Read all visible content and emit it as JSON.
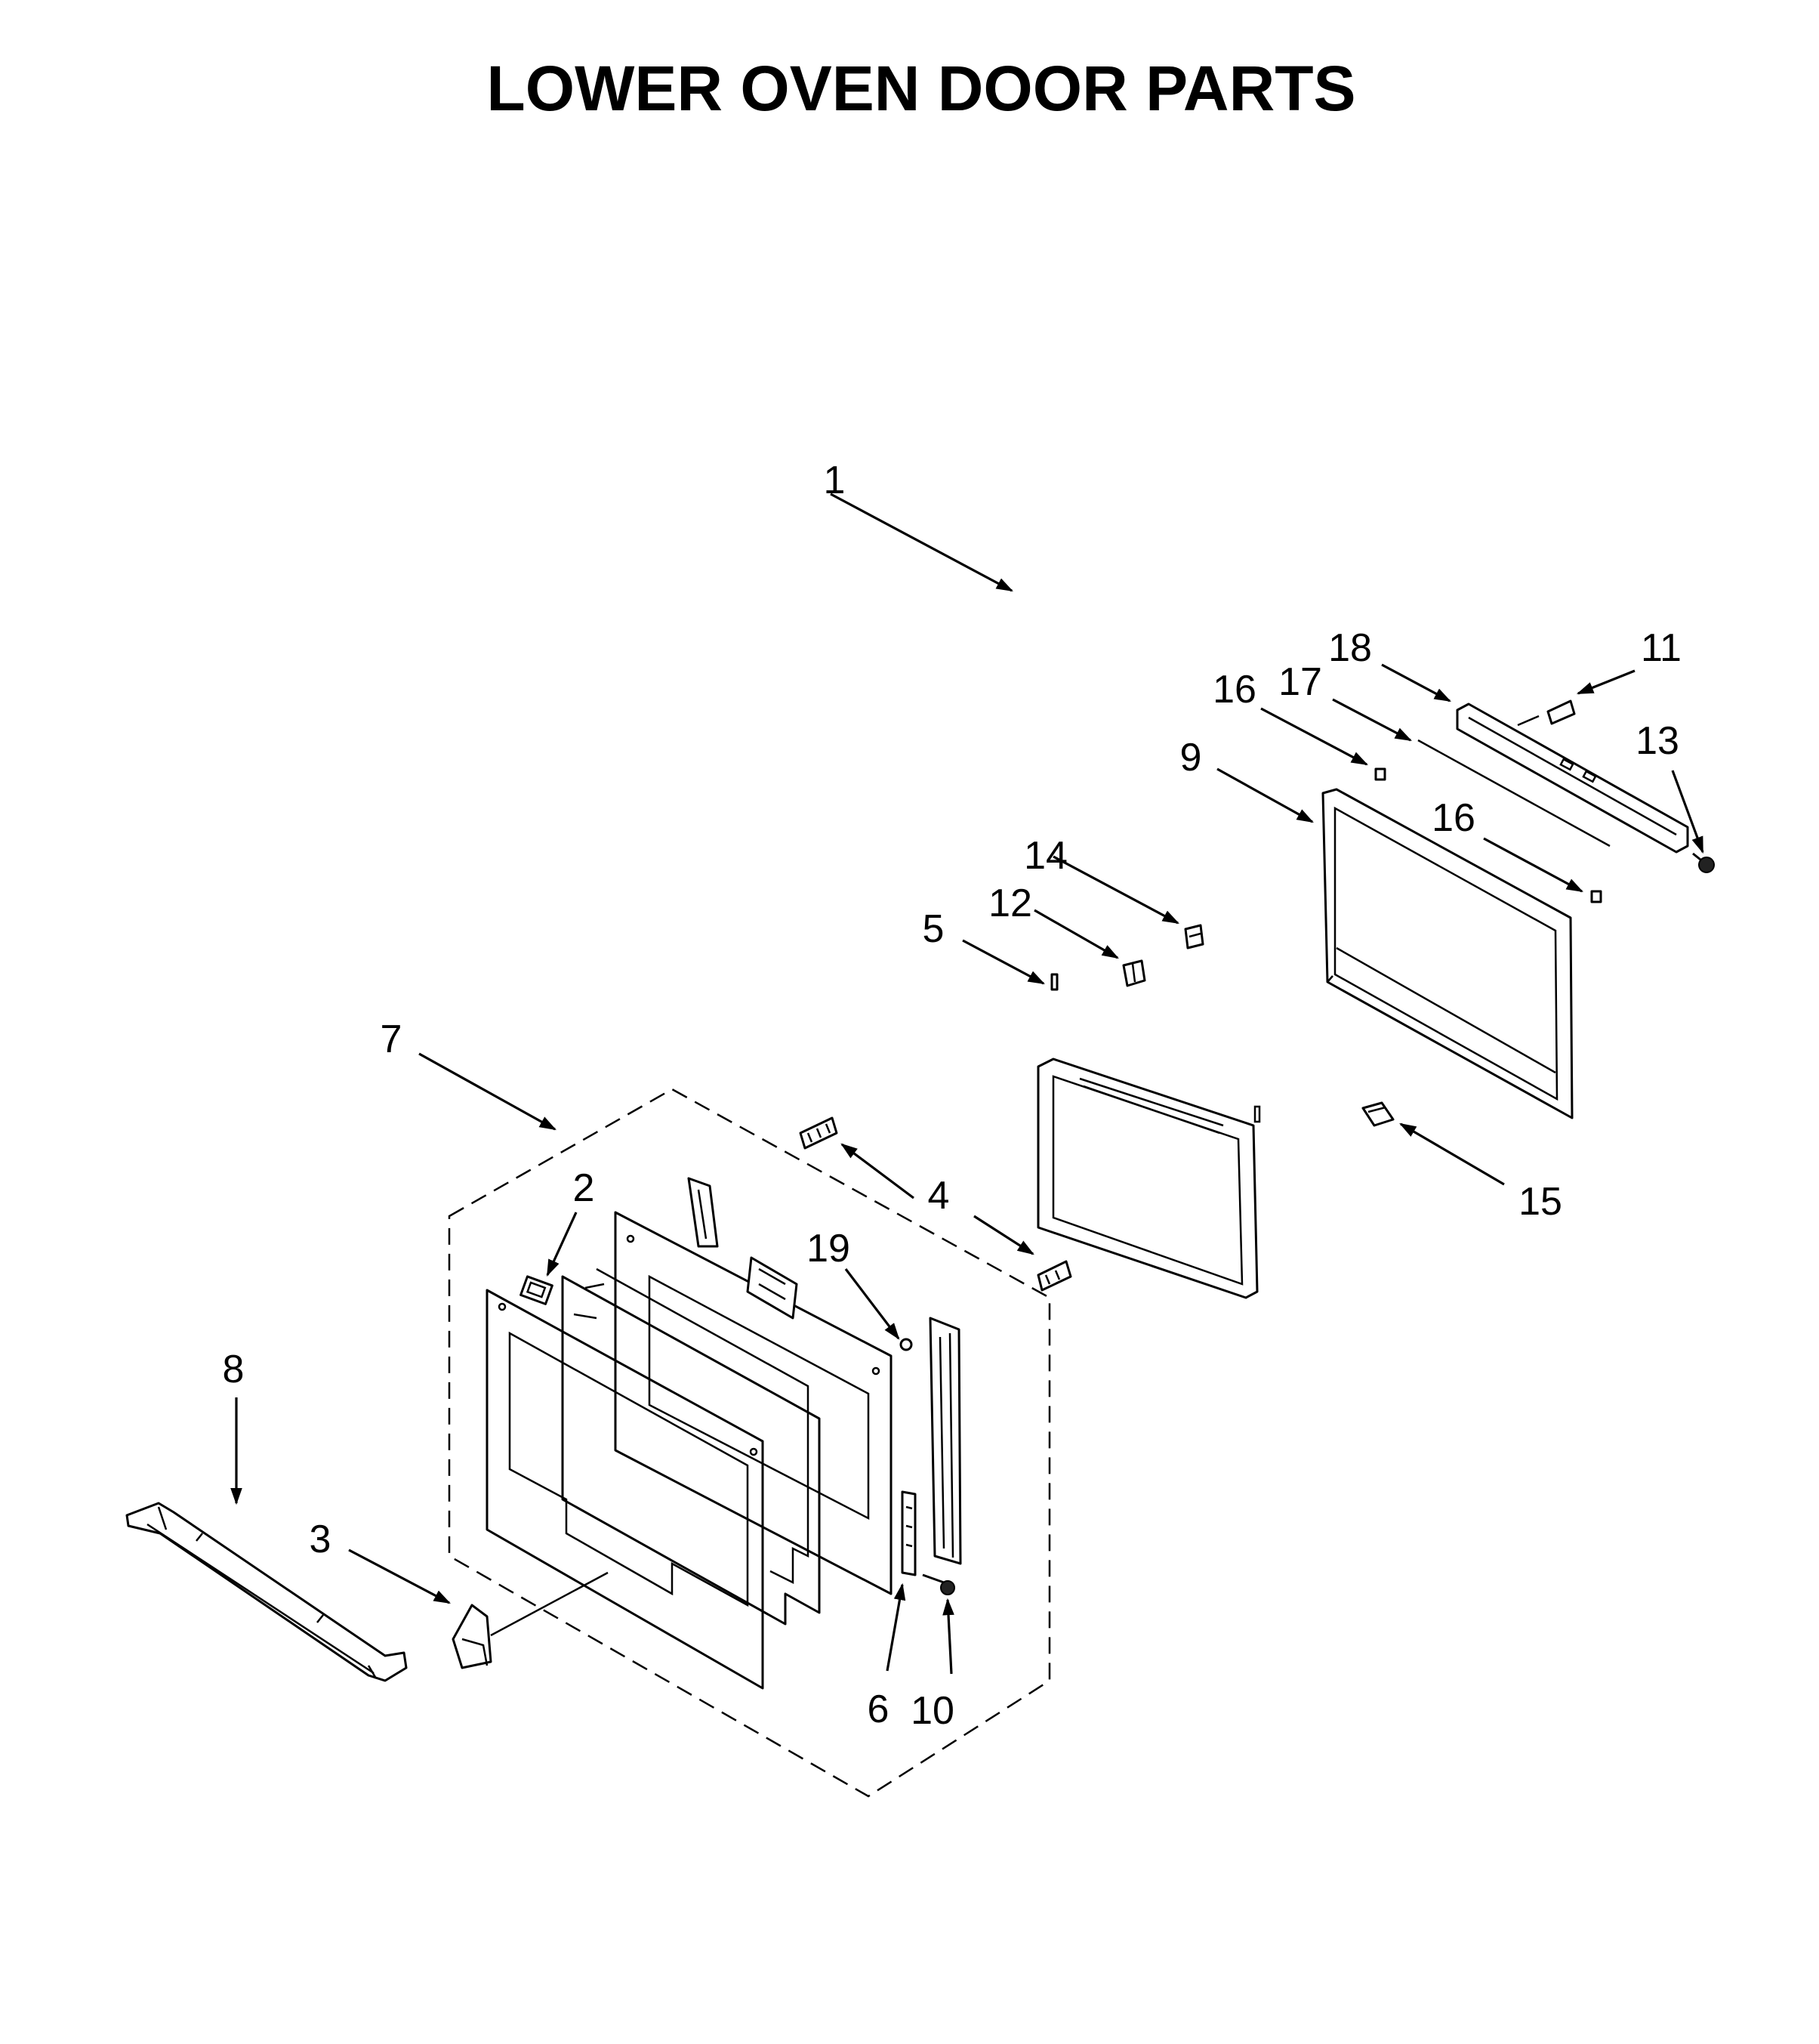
{
  "title": "LOWER OVEN DOOR PARTS",
  "callouts": {
    "c1": "1",
    "c2": "2",
    "c3": "3",
    "c4": "4",
    "c5": "5",
    "c6": "6",
    "c7": "7",
    "c8": "8",
    "c9": "9",
    "c10": "10",
    "c11": "11",
    "c12": "12",
    "c13": "13",
    "c14": "14",
    "c15": "15",
    "c16a": "16",
    "c16b": "16",
    "c17": "17",
    "c18": "18",
    "c19": "19"
  }
}
